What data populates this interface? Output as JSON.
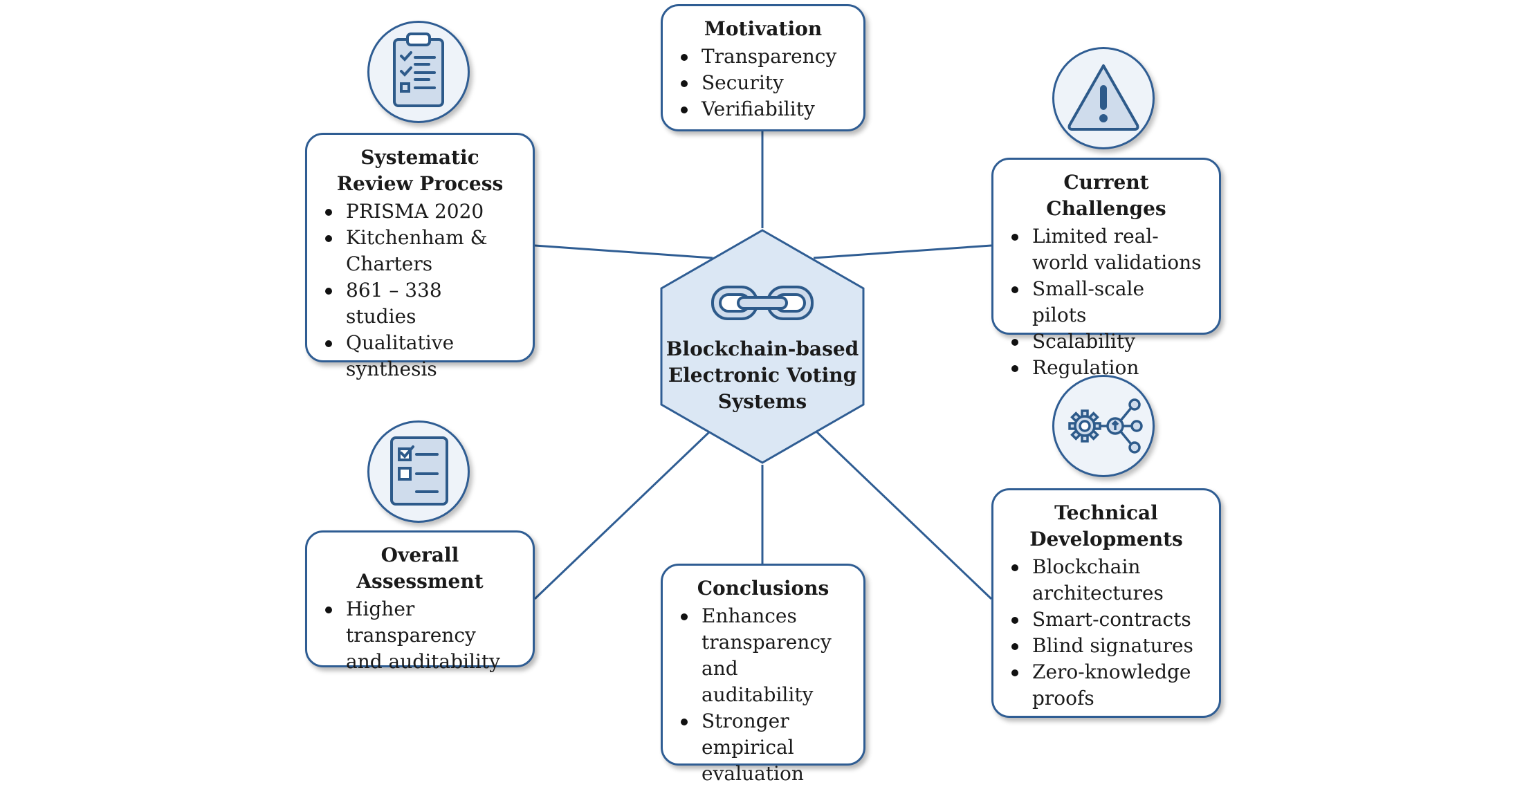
{
  "center": {
    "title_lines": [
      "Blockchain-based",
      "Electronic Voting",
      "Systems"
    ],
    "icon": "chain-link-icon"
  },
  "motivation": {
    "title": "Motivation",
    "items": [
      "Transparency",
      "Security",
      "Verifiability"
    ]
  },
  "systematic_review": {
    "title_lines": [
      "Systematic",
      "Review Process"
    ],
    "items": [
      "PRISMA 2020",
      "Kitchenham & Charters",
      "861 – 338 studies",
      "Qualitative synthesis"
    ],
    "icon": "clipboard-checklist-icon"
  },
  "current_challenges": {
    "title": "Current Challenges",
    "items": [
      "Limited real-world validations",
      "Small-scale pilots",
      "Scalability",
      "Regulation"
    ],
    "icon": "warning-triangle-icon"
  },
  "overall_assessment": {
    "title": "Overall Assessment",
    "items": [
      "Higher transparency and auditability"
    ],
    "icon": "checklist-icon"
  },
  "conclusions": {
    "title": "Conclusions",
    "items": [
      "Enhances transparency and auditability",
      "Stronger empirical evaluation"
    ]
  },
  "technical_developments": {
    "title_lines": [
      "Technical",
      "Developments"
    ],
    "items": [
      "Blockchain architectures",
      "Smart-contracts",
      "Blind signatures",
      "Zero-knowledge proofs"
    ],
    "icon": "gear-network-icon"
  },
  "colors": {
    "border": "#2f5d93",
    "hub_fill": "#dbe7f4",
    "icon_fill": "#eef3f9",
    "icon_stroke": "#2d5a8a"
  }
}
